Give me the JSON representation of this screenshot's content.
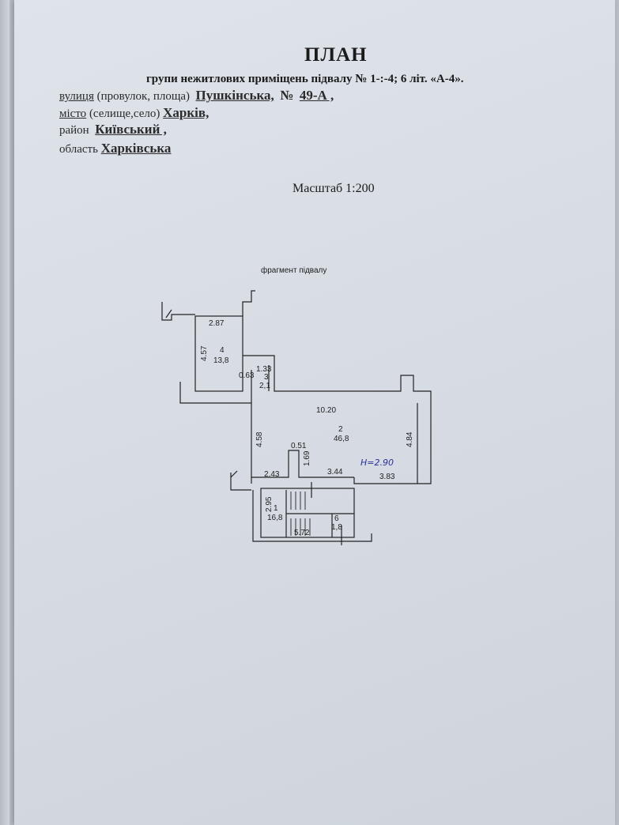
{
  "header": {
    "title": "ПЛАН",
    "subtitle": "групи нежитлових приміщень підвалу № 1-:-4; 6 літ. «А-4»."
  },
  "address": {
    "street_label_u": "вулиця",
    "street_label_rest": "(провулок, площа)",
    "street_value": "Пушкінська,",
    "number_label": "№",
    "number_value": "49-А ,",
    "city_label_u": "місто",
    "city_label_rest": "(селище,село)",
    "city_value": "Харків,",
    "district_label": "район",
    "district_value": "Київський ,",
    "region_label": "область",
    "region_value": "Харківська"
  },
  "scale": "Масштаб 1:200",
  "plan": {
    "caption": "фрагмент підвалу",
    "room4": {
      "number": "4",
      "area": "13,8",
      "width": "2.87",
      "length": "4.57"
    },
    "room3": {
      "number": "3",
      "area": "2,1",
      "width": "1.33",
      "gap": "0.63"
    },
    "room2": {
      "number": "2",
      "area": "46,8",
      "width": "10.20",
      "left": "4.58",
      "right": "4.84",
      "step": "0.51",
      "inner": "1.69",
      "bottom_a": "2.43",
      "bottom_b": "3.44",
      "bottom_c": "3.83"
    },
    "room1": {
      "number": "1",
      "area": "16,8",
      "height": "2.95",
      "width": "5.72"
    },
    "room6": {
      "number": "6",
      "area": "1,8"
    },
    "height_note": "Н=2.90"
  }
}
